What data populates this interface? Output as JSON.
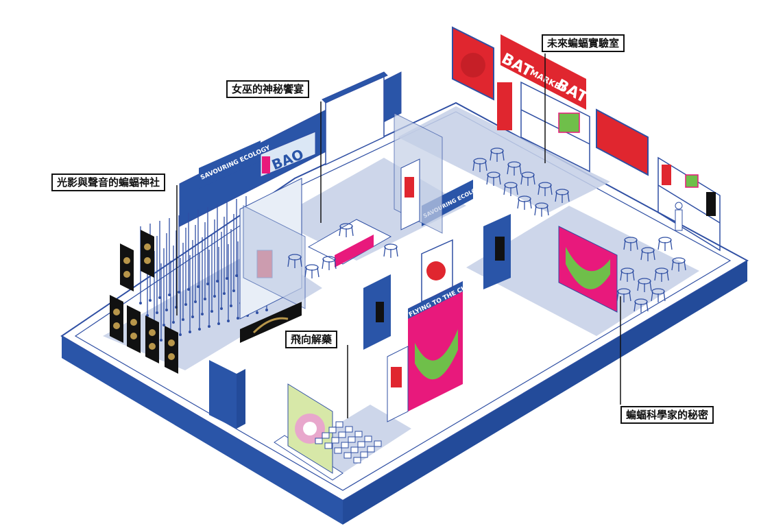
{
  "zones": {
    "shrine": "光影與聲音的蝙蝠神社",
    "witch": "女巫的神秘饗宴",
    "lab": "未來蝙蝠實驗室",
    "cure": "飛向解藥",
    "science": "蝙蝠科學家的秘密"
  },
  "signs": {
    "savouring_1": "SAVOURING ECOLOGY",
    "savouring_2": "SAVOURING ECOLOGY",
    "bao": "BAO",
    "bat_left": "BAT",
    "market": "MARKET",
    "bat_right": "BAT",
    "flying": "FLYING TO THE CURE"
  },
  "colors": {
    "base_blue": "#2a55a8",
    "line_blue": "#2f4fa3",
    "zone_fill": "#c4cfe6",
    "red": "#e0262f",
    "magenta": "#e8197c",
    "green": "#6fbf4a",
    "gold": "#b8964a",
    "black": "#111111"
  }
}
